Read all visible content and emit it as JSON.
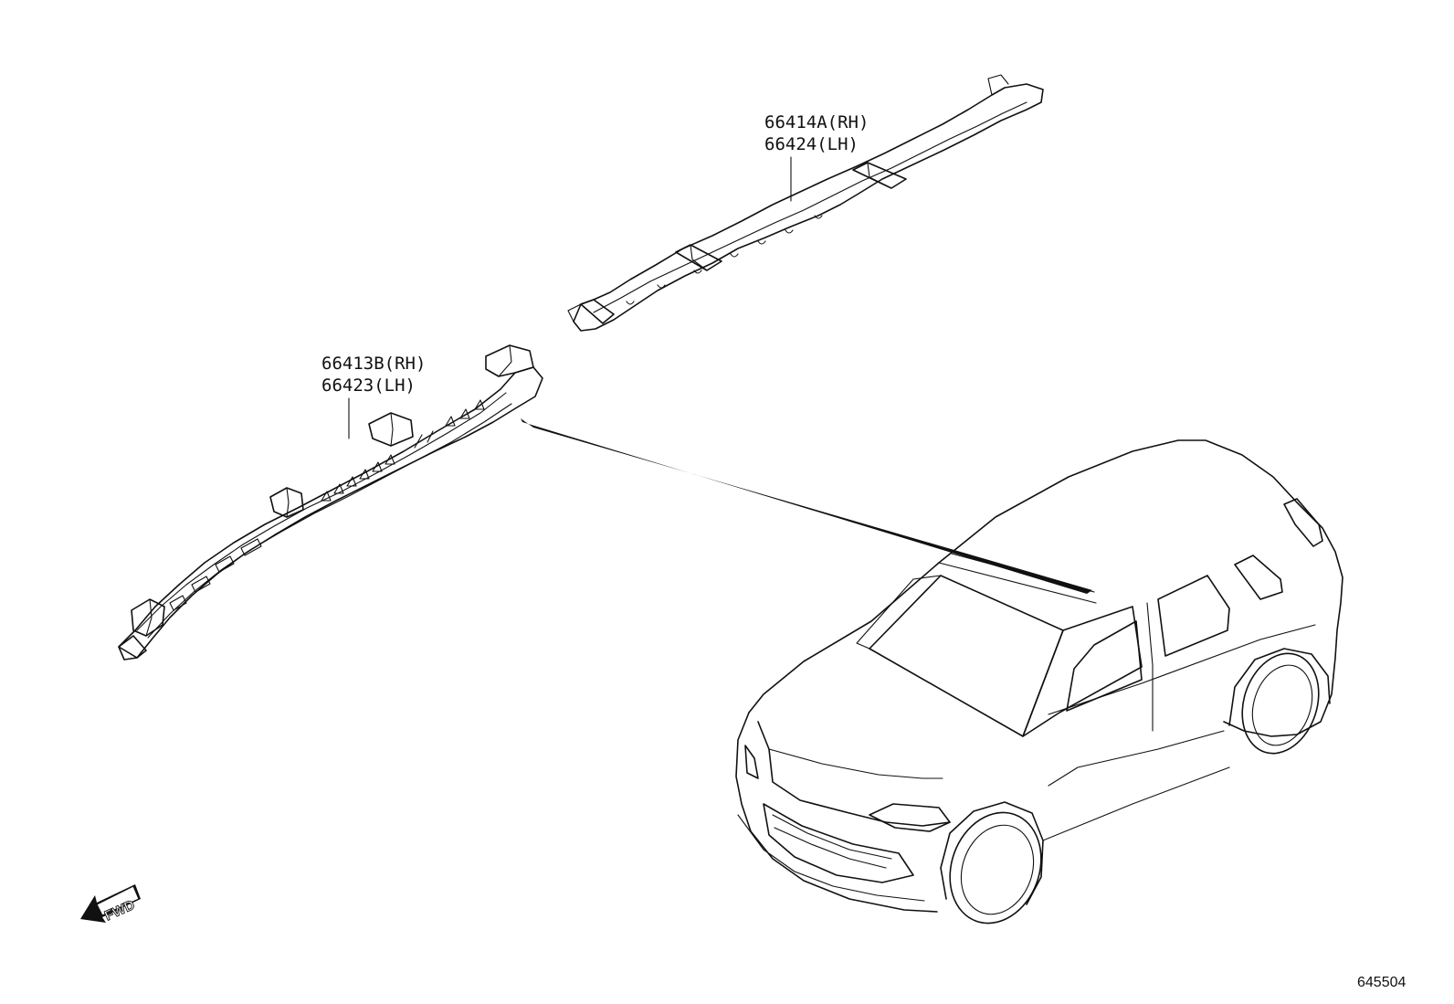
{
  "labels": {
    "upper_part_rh": "66414A(RH)",
    "upper_part_lh": "66424(LH)",
    "lower_part_rh": "66413B(RH)",
    "lower_part_lh": "66423(LH)",
    "fwd": "FWD",
    "ref_number": "645504"
  },
  "icons": {
    "fwd_arrow": "fwd-arrow-icon"
  }
}
